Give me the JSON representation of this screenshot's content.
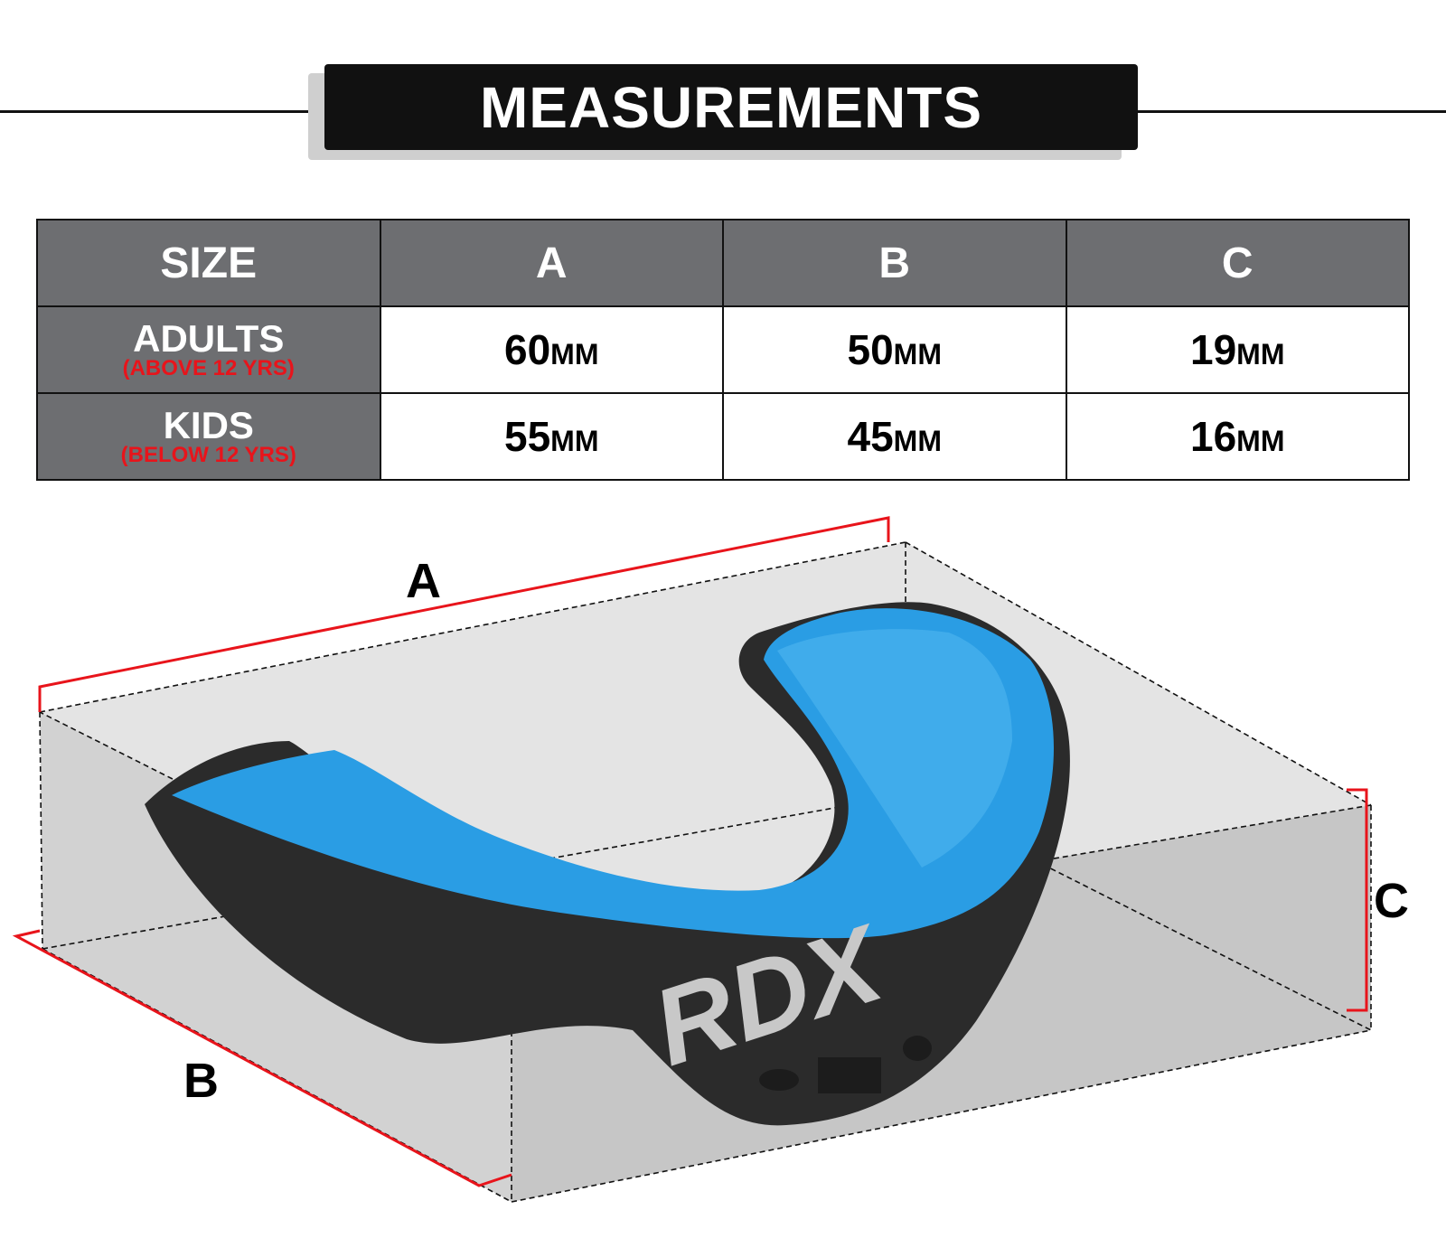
{
  "header": {
    "title": "MEASUREMENTS"
  },
  "table": {
    "columns": [
      "SIZE",
      "A",
      "B",
      "C"
    ],
    "rows": [
      {
        "label": "ADULTS",
        "sublabel": "(ABOVE 12 YRS)",
        "values": [
          {
            "num": "60",
            "unit": "MM"
          },
          {
            "num": "50",
            "unit": "MM"
          },
          {
            "num": "19",
            "unit": "MM"
          }
        ]
      },
      {
        "label": "KIDS",
        "sublabel": "(BELOW 12 YRS)",
        "values": [
          {
            "num": "55",
            "unit": "MM"
          },
          {
            "num": "45",
            "unit": "MM"
          },
          {
            "num": "16",
            "unit": "MM"
          }
        ]
      }
    ]
  },
  "diagram": {
    "labels": {
      "a": "A",
      "b": "B",
      "c": "C"
    },
    "brand": "RDX",
    "colors": {
      "accent_red": "#e8141b",
      "guard_blue": "#2a9de4",
      "guard_black": "#2b2b2b",
      "box_gray": "#d4d4d4",
      "header_gray": "#6d6e71"
    }
  }
}
